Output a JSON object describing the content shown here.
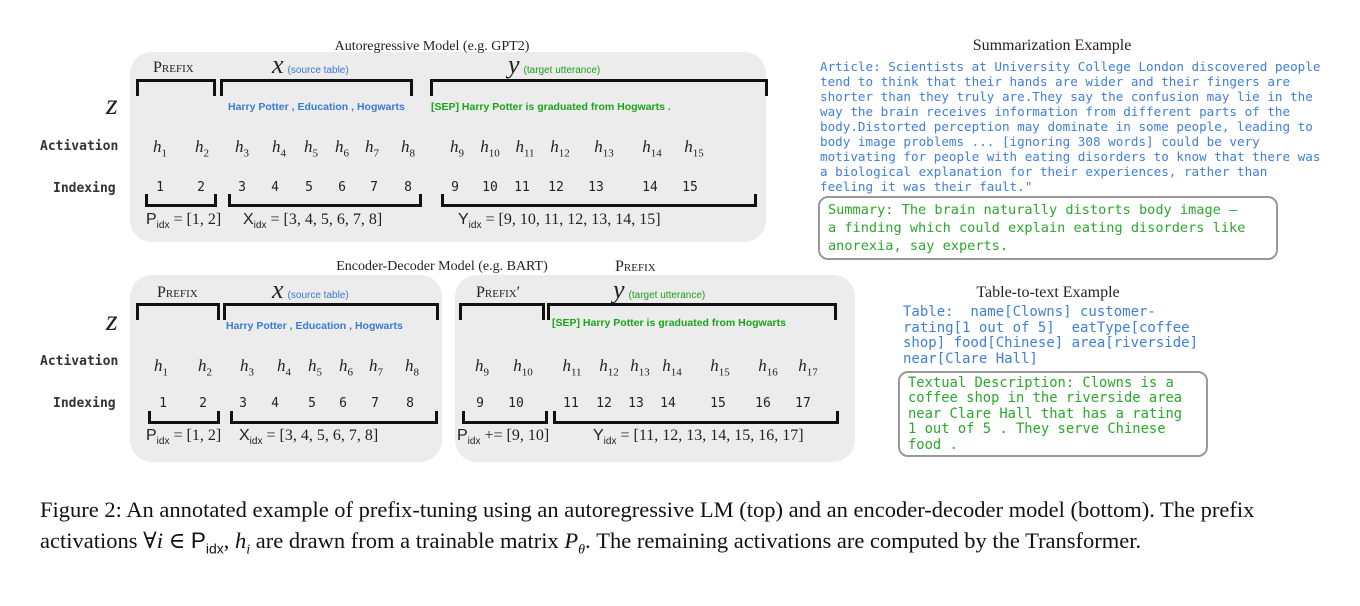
{
  "top": {
    "title": "Autoregressive Model (e.g. GPT2)",
    "prefix_label": "Prefix",
    "x_var": "x",
    "x_note": "(source table)",
    "y_var": "y",
    "y_note": "(target utterance)",
    "z_var": "z",
    "source_tokens": "Harry  Potter , Education ,  Hogwarts",
    "target_tokens": "[SEP]  Harry Potter  is  graduated  from  Hogwarts  .",
    "activation_label": "Activation",
    "indexing_label": "Indexing",
    "activations": [
      "1",
      "2",
      "3",
      "4",
      "5",
      "6",
      "7",
      "8",
      "9",
      "10",
      "11",
      "12",
      "13",
      "14",
      "15"
    ],
    "indices": [
      "1",
      "2",
      "3",
      "4",
      "5",
      "6",
      "7",
      "8",
      "9",
      "10",
      "11",
      "12",
      "13",
      "14",
      "15"
    ],
    "p_idx": {
      "name": "P",
      "sub": "idx",
      "value": " = [1, 2]"
    },
    "x_idx": {
      "name": "X",
      "sub": "idx",
      "value": " = [3, 4, 5, 6, 7, 8]"
    },
    "y_idx": {
      "name": "Y",
      "sub": "idx",
      "value": " = [9, 10, 11, 12, 13, 14, 15]"
    }
  },
  "bottom": {
    "title": "Encoder-Decoder Model (e.g. BART)",
    "prefix_title": "Prefix",
    "prefix_label": "Prefix",
    "prefix2_label": "Prefix′",
    "x_var": "x",
    "x_note": "(source table)",
    "y_var": "y",
    "y_note": "(target utterance)",
    "z_var": "z",
    "source_tokens": "Harry  Potter , Education ,  Hogwarts",
    "target_tokens": "[SEP]  Harry Potter  is  graduated  from  Hogwarts",
    "activation_label": "Activation",
    "indexing_label": "Indexing",
    "activations": [
      "1",
      "2",
      "3",
      "4",
      "5",
      "6",
      "7",
      "8",
      "9",
      "10",
      "11",
      "12",
      "13",
      "14",
      "15",
      "16",
      "17"
    ],
    "indices": [
      "1",
      "2",
      "3",
      "4",
      "5",
      "6",
      "7",
      "8",
      "9",
      "10",
      "11",
      "12",
      "13",
      "14",
      "15",
      "16",
      "17"
    ],
    "p_idx": {
      "name": "P",
      "sub": "idx",
      "value": " = [1, 2]"
    },
    "x_idx": {
      "name": "X",
      "sub": "idx",
      "value": " = [3, 4, 5, 6, 7, 8]"
    },
    "p2_idx": {
      "name": "P",
      "sub": "idx",
      "value": " += [9, 10]"
    },
    "y_idx": {
      "name": "Y",
      "sub": "idx",
      "value": " = [11, 12, 13, 14, 15, 16, 17]"
    }
  },
  "summarization": {
    "title": "Summarization Example",
    "article_lines": [
      "Article: Scientists at University College London discovered people",
      "tend to think that their hands are wider and their fingers are",
      "shorter than they truly are.They say the confusion may lie in the",
      "way the brain receives information from different parts of the",
      "body.Distorted perception may dominate in some people, leading to",
      "body image problems ... [ignoring 308 words] could be very",
      "motivating for people with eating disorders to know that there was",
      "a biological explanation for their experiences, rather than",
      "feeling it was their fault.\""
    ],
    "summary_lines": [
      "Summary: The brain naturally distorts body image –",
      "a finding which could explain eating disorders like",
      "anorexia, say experts."
    ]
  },
  "table_to_text": {
    "title": "Table-to-text Example",
    "table_lines": [
      "Table:  name[Clowns] customer-",
      "rating[1 out of 5]  eatType[coffee",
      "shop] food[Chinese] area[riverside]",
      "near[Clare Hall]"
    ],
    "description_lines": [
      "Textual Description: Clowns is a",
      "coffee shop in the riverside area",
      "near Clare Hall that has a rating",
      "1 out of 5 . They serve Chinese",
      "food ."
    ]
  },
  "caption": {
    "part1": "Figure 2:  An annotated example of prefix-tuning using an autoregressive LM (top) and an encoder-decoder model (bottom). The prefix activations ",
    "forall": "∀i ∈ ",
    "p": "P",
    "p_sub": "idx",
    "comma": ", ",
    "h": "h",
    "h_sub": "i",
    "part2": " are drawn from a trainable matrix ",
    "ptheta": "P",
    "ptheta_sub": "θ",
    "part3": ". The remaining activations are computed by the Transformer."
  }
}
